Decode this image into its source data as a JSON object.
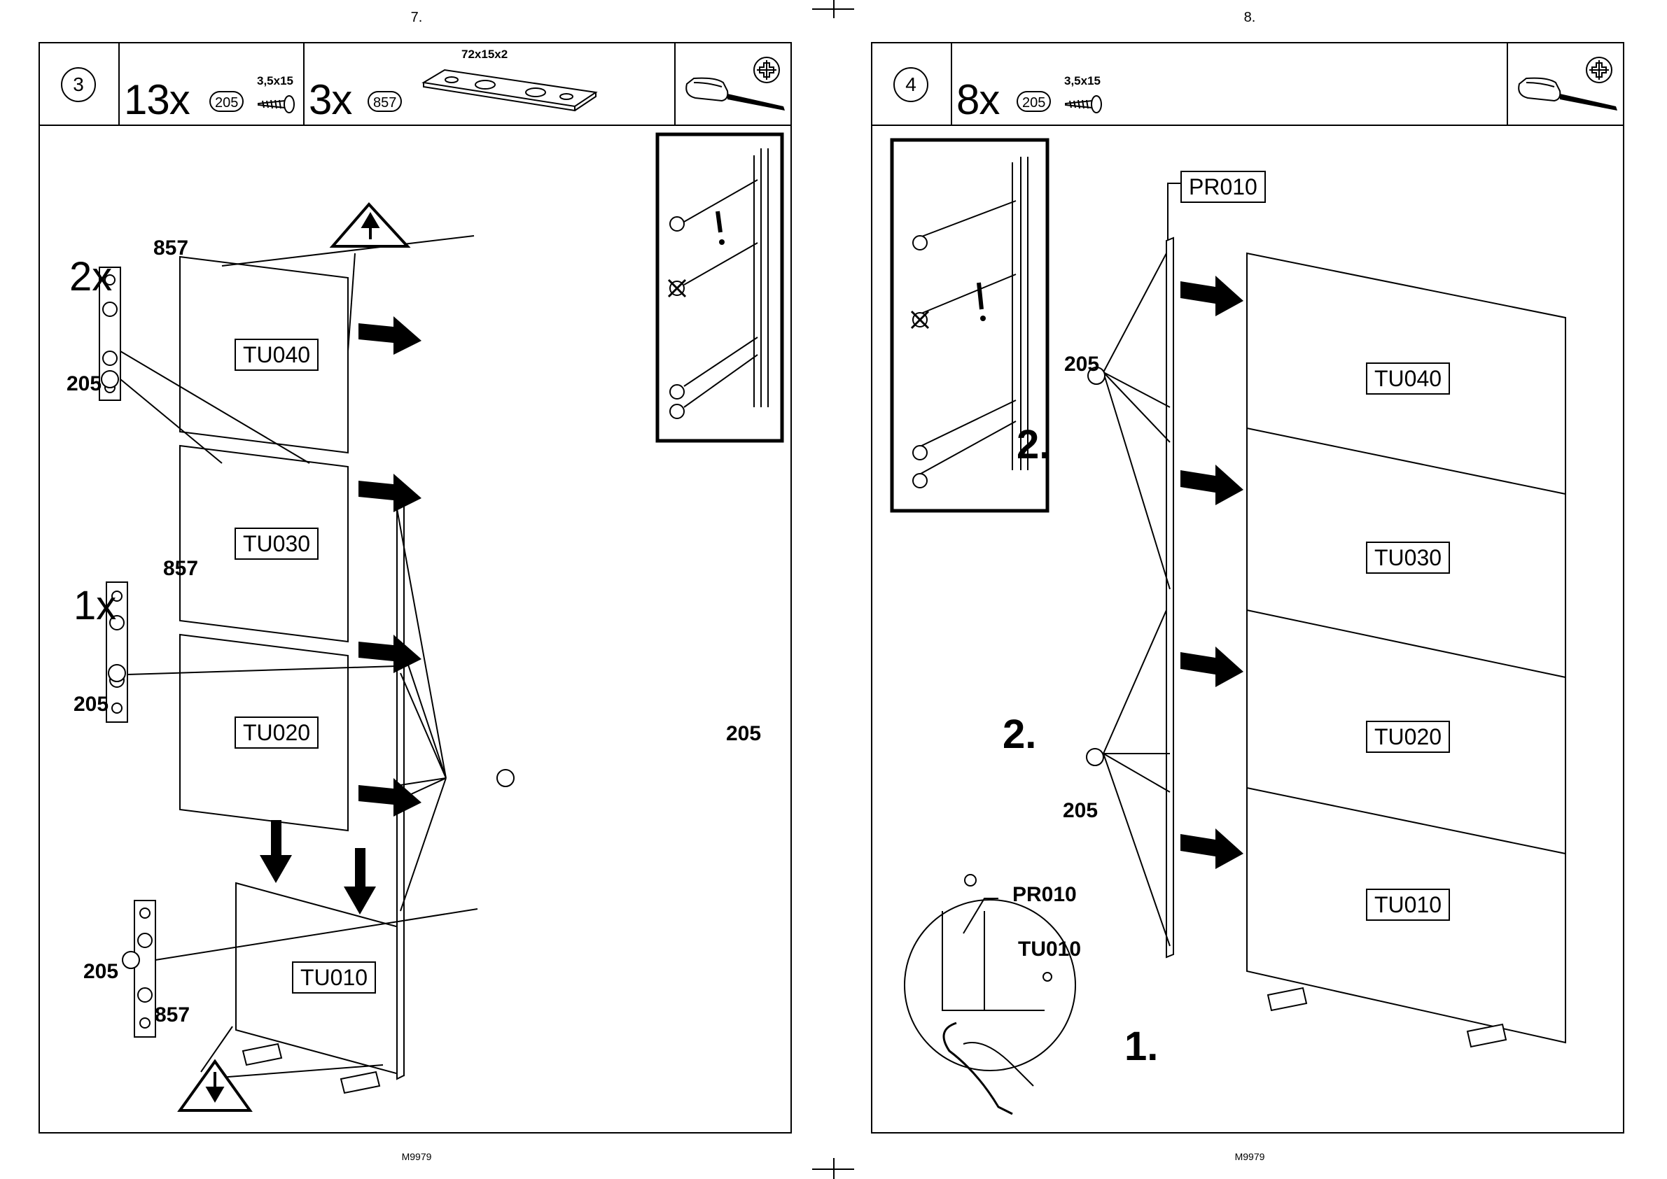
{
  "pages": {
    "left": {
      "page_number": "7.",
      "footer": "M9979",
      "step": "3",
      "header": {
        "qty_screws": "13x",
        "screw_code": "205",
        "screw_size": "3,5x15",
        "qty_plates": "3x",
        "plate_code": "857",
        "plate_size": "72x15x2"
      },
      "panels": [
        "TU040",
        "TU030",
        "TU020",
        "TU010"
      ],
      "callouts": {
        "mult_top": "2x",
        "mult_mid": "1x",
        "plate_label": "857",
        "screw_label": "205"
      },
      "icons": [
        "screwdriver-icon",
        "phillips-icon",
        "warning-up-icon",
        "warning-down-icon"
      ]
    },
    "right": {
      "page_number": "8.",
      "footer": "M9979",
      "step": "4",
      "header": {
        "qty_screws": "8x",
        "screw_code": "205",
        "screw_size": "3,5x15"
      },
      "panels": [
        "TU040",
        "TU030",
        "TU020",
        "TU010"
      ],
      "rail_label": "PR010",
      "detail_rail": "PR010",
      "detail_panel": "TU010",
      "steps": [
        "1.",
        "2.",
        "2."
      ],
      "screw_label": "205",
      "icons": [
        "screwdriver-icon",
        "phillips-icon"
      ]
    }
  }
}
